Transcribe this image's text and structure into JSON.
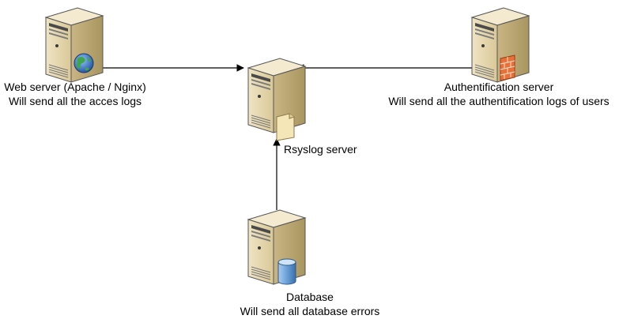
{
  "nodes": {
    "web": {
      "title": "Web server (Apache / Nginx)",
      "description": "Will send all the acces logs",
      "badge_icon": "globe-icon"
    },
    "auth": {
      "title": "Authentification server",
      "description": "Will send all the authentification logs of users",
      "badge_icon": "firewall-icon"
    },
    "rsyslog": {
      "title": "Rsyslog server",
      "badge_icon": "document-icon"
    },
    "database": {
      "title": "Database",
      "description": "Will send all database errors",
      "badge_icon": "database-icon"
    }
  },
  "edges": [
    {
      "from": "Web server (Apache / Nginx)",
      "to": "Rsyslog server"
    },
    {
      "from": "Authentification server",
      "to": "Rsyslog server"
    },
    {
      "from": "Database",
      "to": "Rsyslog server"
    }
  ],
  "colors": {
    "server_body": "#e6d8b0",
    "server_side": "#b9a676",
    "server_outline": "#555555",
    "connector": "#000000",
    "globe": "#2a6fc9",
    "firewall": "#e8703a",
    "database": "#6aa0d8",
    "document": "#f5e6b8"
  }
}
